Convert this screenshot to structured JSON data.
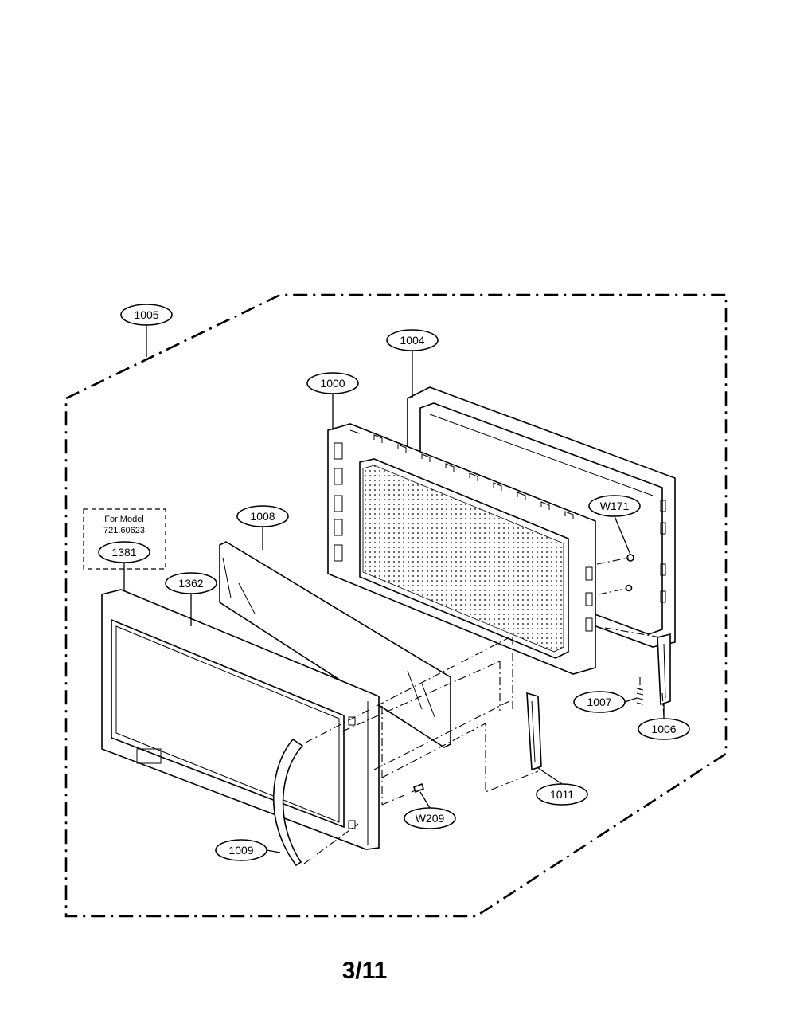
{
  "callouts": {
    "c1005": "1005",
    "c1004": "1004",
    "c1000": "1000",
    "c1008": "1008",
    "cW171": "W171",
    "c1381": "1381",
    "c1362": "1362",
    "c1007": "1007",
    "c1006": "1006",
    "c1011": "1011",
    "cW209": "W209",
    "c1009": "1009"
  },
  "note": {
    "line1": "For Model",
    "line2": "721.60623"
  },
  "page_number": "3/11"
}
